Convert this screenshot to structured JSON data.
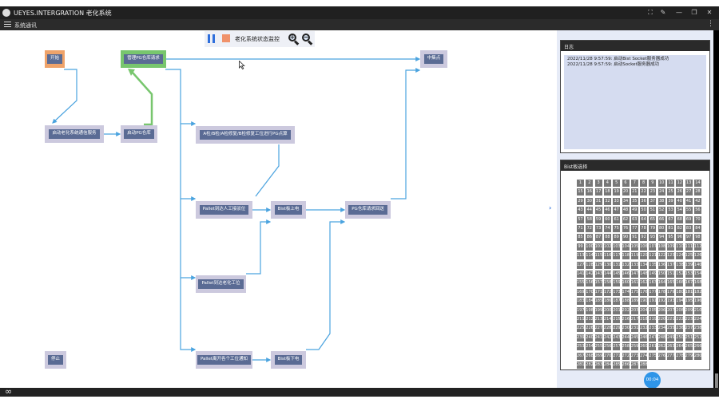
{
  "window": {
    "title": "UEYES.INTERGRATION 老化系统",
    "controls": [
      "⛶",
      "✎",
      "—",
      "❐",
      "✕"
    ]
  },
  "menubar": {
    "label": "系统通讯",
    "more": "⋮"
  },
  "toolbar": {
    "label": "老化系统状态监控",
    "zoom_in": "+",
    "zoom_out": "−"
  },
  "nodes": {
    "start": "开始",
    "manage_pg": "管理PG仓库请求",
    "center_point": "中集点",
    "start_service": "启动老化系统通信服务",
    "start_pg": "启动PG仓库",
    "a_check": "A检/B检/A检修复/B检修复工位进行PG点算",
    "pallet_manual": "Pallet到达人工接驳位",
    "bist_up": "Bist板上电",
    "pg_request": "PG仓库请求回送",
    "pallet_aging": "Pallet到达老化工位",
    "pallet_leave": "Pallet离开各个工位通知",
    "bist_down": "Bist板下电",
    "stop": "停止"
  },
  "log": {
    "title": "日志",
    "entries": [
      "2022/11/28 9:57:59: 启动Bist Socket服务器成功",
      "2022/11/28 9:57:59: 启动Socket服务器成功"
    ]
  },
  "bist": {
    "title": "Bist板选择",
    "count": 288
  },
  "badge": "00:04",
  "bottom": {
    "icon": "∞"
  },
  "colors": {
    "accent": "#2f6fdc",
    "wire": "#4aa3df",
    "green": "#78c66e",
    "orange": "#efa36a",
    "node": "#5a6b94"
  }
}
